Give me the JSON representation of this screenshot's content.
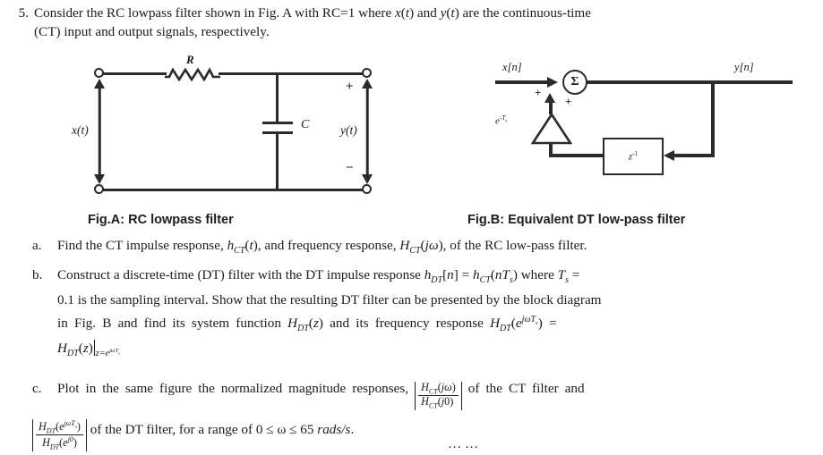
{
  "question": {
    "number": "5.",
    "stem_line1": "Consider the RC lowpass filter shown in Fig. A with RC=1 where x(t) and y(t) are the continuous-time",
    "stem_line2": "(CT) input and output signals, respectively."
  },
  "figure_a": {
    "caption": "Fig.A: RC lowpass filter",
    "resistor_label": "R",
    "capacitor_label": "C",
    "input_label": "x(t)",
    "output_label": "y(t)",
    "plus_sign": "+",
    "minus_sign": "−"
  },
  "figure_b": {
    "caption": "Fig.B: Equivalent DT low-pass filter",
    "input_label": "x[n]",
    "output_label": "y[n]",
    "summer_symbol": "Σ",
    "summer_plus_input": "+",
    "summer_plus_feedback": "+",
    "gain_label_base": "e",
    "gain_label_exp": "-T",
    "gain_label_exp_sub": "s",
    "delay_label_base": "z",
    "delay_label_exp": "-1"
  },
  "parts": {
    "a": {
      "letter": "a.",
      "text_1": "Find the CT impulse response, ",
      "h_sym": "h",
      "h_sub": "CT",
      "h_arg": "(t)",
      "text_2": ", and frequency response, ",
      "H_sym": "H",
      "H_sub": "CT",
      "H_arg": "(jω)",
      "text_3": ", of the RC low-pass filter."
    },
    "b": {
      "letter": "b.",
      "line1_pre": "Construct a discrete-time (DT) filter with the DT impulse response ",
      "hdt": "h",
      "hdt_sub": "DT",
      "hdt_arg": "[n]",
      "eq": " = ",
      "hct": "h",
      "hct_sub": "CT",
      "hct_arg": "(nT",
      "hct_arg_sub": "s",
      "hct_arg_end": ")",
      "line1_post": " where ",
      "Ts": "T",
      "Ts_sub": "s",
      "line1_end": " =",
      "line2": "0.1 is the sampling interval. Show that the resulting DT filter can be presented by the block diagram",
      "line3_pre": "in Fig. B and find its system function ",
      "Hdtz": "H",
      "Hdtz_sub": "DT",
      "Hdtz_arg": "(z)",
      "line3_mid": " and its frequency response ",
      "Hdte": "H",
      "Hdte_sub": "DT",
      "Hdte_open": "(e",
      "Hdte_exp": "jωT",
      "Hdte_exp_sub": "s",
      "Hdte_close": ")",
      "line3_end": " =",
      "line4_H": "H",
      "line4_sub": "DT",
      "line4_arg": "(z)",
      "line4_eval_z": "z=e",
      "line4_eval_exp": "jωT",
      "line4_eval_exp_sub": "s"
    },
    "c": {
      "letter": "c.",
      "line1": "Plot in the same figure the normalized magnitude responses, ",
      "frac1_num_H": "H",
      "frac1_num_sub": "CT",
      "frac1_num_arg": "(jω)",
      "frac1_den_H": "H",
      "frac1_den_sub": "CT",
      "frac1_den_arg": "(j0)",
      "line1_end": " of the CT filter and",
      "frac2_num_H": "H",
      "frac2_num_sub": "DT",
      "frac2_num_open": "(e",
      "frac2_num_exp": "jωT",
      "frac2_num_exp_sub": "s",
      "frac2_num_close": ")",
      "frac2_den_H": "H",
      "frac2_den_sub": "DT",
      "frac2_den_open": "(e",
      "frac2_den_exp": "j0",
      "frac2_den_close": ")",
      "line2_end": " of the DT filter, for a range of 0 ≤ ω ≤ 65 ",
      "units": "rads/s",
      "period": "."
    }
  },
  "tail": {
    "cut_text": "… …"
  },
  "colors": {
    "ink": "#1c1c1c",
    "line": "#2b2b2b",
    "paper": "#ffffff"
  }
}
